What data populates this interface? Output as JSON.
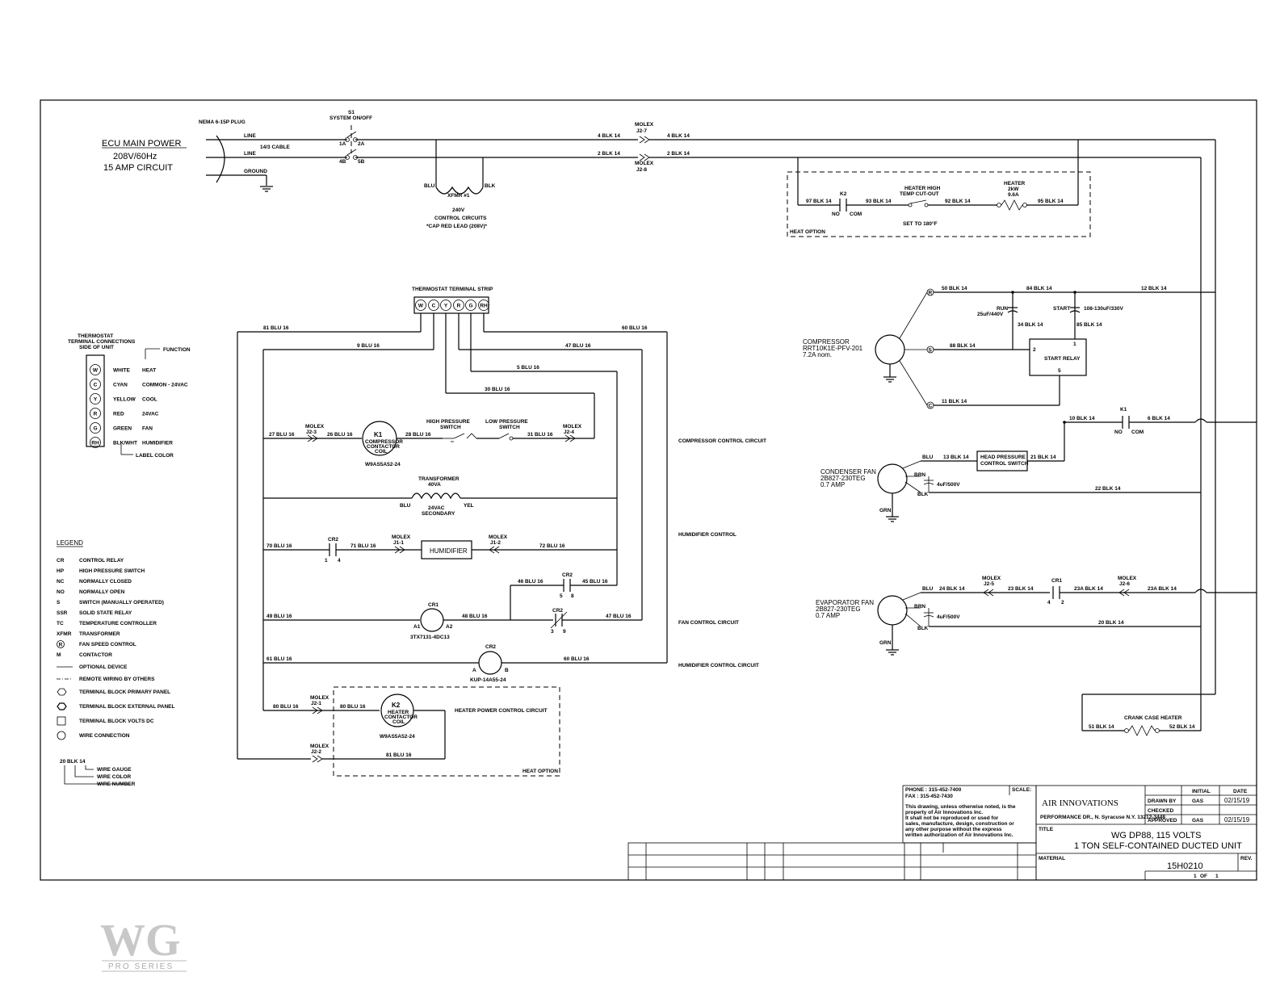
{
  "power": {
    "title": "ECU MAIN POWER",
    "voltage": "208V/60Hz",
    "circuit": "15 AMP CIRCUIT",
    "plug": "NEMA 6-15P PLUG",
    "line1": "LINE",
    "line2": "LINE",
    "ground": "GROUND",
    "cable": "14/3 CABLE",
    "s1": "S1",
    "switch": "SYSTEM ON/OFF",
    "t1a": "1A",
    "t2a": "2A",
    "t4b": "4B",
    "t5b": "5B"
  },
  "xfmr": {
    "blu": "BLU",
    "blk": "BLK",
    "name": "XFMR #1",
    "v": "240V",
    "l1": "CONTROL CIRCUITS",
    "l2": "*CAP RED LEAD (208V)*"
  },
  "top_wires": {
    "w4a": "4 BLK 14",
    "w4b": "4 BLK 14",
    "w2a": "2 BLK 14",
    "w2b": "2 BLK 14",
    "mx_j27": "MOLEX",
    "j27": "J2-7",
    "mx_j28": "MOLEX",
    "j28": "J2-8"
  },
  "heat_option": {
    "label": "HEAT OPTION",
    "w97": "97 BLK 14",
    "k2": "K2",
    "no": "NO",
    "com": "COM",
    "w93": "93 BLK 14",
    "cut1": "HEATER HIGH",
    "cut2": "TEMP CUT-OUT",
    "set": "SET TO 180°F",
    "w92": "92 BLK 14",
    "heater1": "HEATER",
    "heater2": "2kW",
    "heater3": "9.6A",
    "w95": "95 BLK 14"
  },
  "tstat": {
    "strip": "THERMOSTAT TERMINAL STRIP",
    "terms": [
      "W",
      "C",
      "Y",
      "R",
      "G",
      "RH"
    ]
  },
  "tstat_key": {
    "title1": "THERMOSTAT",
    "title2": "TERMINAL CONNECTIONS",
    "title3": "SIDE OF UNIT",
    "function": "FUNCTION",
    "rows": [
      {
        "t": "W",
        "color": "WHITE",
        "func": "HEAT"
      },
      {
        "t": "C",
        "color": "CYAN",
        "func": "COMMON - 24VAC"
      },
      {
        "t": "Y",
        "color": "YELLOW",
        "func": "COOL"
      },
      {
        "t": "R",
        "color": "RED",
        "func": "24VAC"
      },
      {
        "t": "G",
        "color": "GREEN",
        "func": "FAN"
      },
      {
        "t": "RH",
        "color": "BLK/WHT",
        "func": "HUMIDIFIER"
      }
    ],
    "label_color": "LABEL COLOR"
  },
  "legend": {
    "title": "LEGEND",
    "items": [
      {
        "k": "CR",
        "v": "CONTROL RELAY"
      },
      {
        "k": "HP",
        "v": "HIGH PRESSURE SWITCH"
      },
      {
        "k": "NC",
        "v": "NORMALLY CLOSED"
      },
      {
        "k": "NO",
        "v": "NORMALLY OPEN"
      },
      {
        "k": "S",
        "v": "SWITCH (MANUALLY OPERATED)"
      },
      {
        "k": "SSR",
        "v": "SOLID STATE RELAY"
      },
      {
        "k": "TC",
        "v": "TEMPERATURE CONTROLLER"
      },
      {
        "k": "XFMR",
        "v": "TRANSFORMER"
      },
      {
        "k": "R",
        "v": "FAN SPEED CONTROL"
      },
      {
        "k": "M",
        "v": "CONTACTOR"
      },
      {
        "k": "",
        "v": "OPTIONAL DEVICE"
      },
      {
        "k": "",
        "v": "REMOTE WIRING BY OTHERS"
      },
      {
        "k": "",
        "v": "TERMINAL BLOCK PRIMARY PANEL"
      },
      {
        "k": "",
        "v": "TERMINAL BLOCK EXTERNAL PANEL"
      },
      {
        "k": "",
        "v": "TERMINAL BLOCK VOLTS DC"
      },
      {
        "k": "",
        "v": "WIRE CONNECTION"
      }
    ],
    "wire_example": "20 BLK 14",
    "wire_gauge": "WIRE GAUGE",
    "wire_color": "WIRE COLOR",
    "wire_number": "WIRE NUMBER"
  },
  "control": {
    "w81": "81 BLU 16",
    "w60": "60 BLU 16",
    "w9": "9 BLU 16",
    "w47a": "47 BLU 16",
    "w5": "5 BLU 16",
    "w30": "30 BLU 16",
    "w27": "27 BLU 16",
    "mx1": "MOLEX",
    "j23": "J2-3",
    "w26": "26 BLU 16",
    "k1": "K1",
    "k1c1": "COMPRESSOR",
    "k1c2": "CONTACTOR",
    "k1c3": "COIL",
    "k1part": "W9AS5A52-24",
    "w28": "28 BLU 16",
    "hp1": "HIGH PRESSURE",
    "hp2": "SWITCH",
    "lp1": "LOW PRESSURE",
    "lp2": "SWITCH",
    "w31": "31 BLU 16",
    "mx2": "MOLEX",
    "j24": "J2-4",
    "comp_ctrl": "COMPRESSOR CONTROL CIRCUIT",
    "tr1": "TRANSFORMER",
    "tr2": "40VA",
    "tr_blu": "BLU",
    "tr3": "24VAC",
    "tr4": "SECONDARY",
    "tr_yel": "YEL",
    "w70": "70 BLU 16",
    "cr2a": "CR2",
    "c1": "1",
    "c4": "4",
    "w71": "71 BLU 16",
    "mx3": "MOLEX",
    "j11": "J1-1",
    "humidifier": "HUMIDIFIER",
    "mx4": "MOLEX",
    "j12": "J1-2",
    "w72": "72 BLU 16",
    "hum_ctrl": "HUMIDIFIER CONTROL",
    "w46": "46 BLU 16",
    "cr2b": "CR2",
    "c5": "5",
    "c8": "8",
    "w45": "45 BLU 16",
    "w49": "49 BLU 16",
    "cr1": "CR1",
    "a1": "A1",
    "a2": "A2",
    "cr1part": "3TX7131-4DC13",
    "w48": "48 BLU 16",
    "cr2c": "CR2",
    "c3": "3",
    "c9": "9",
    "w47b": "47 BLU 16",
    "fan_ctrl": "FAN CONTROL CIRCUIT",
    "w61": "61 BLU 16",
    "cr2d": "CR2",
    "ca": "A",
    "cb": "B",
    "cr2part": "KUP-14A55-24",
    "w60b": "60 BLU 16",
    "hum_ctrl2": "HUMIDIFIER CONTROL CIRCUIT",
    "w80": "80 BLU 16",
    "mx5": "MOLEX",
    "j21": "J2-1",
    "w80b": "80 BLU 16",
    "k2": "K2",
    "k2c1": "HEATER",
    "k2c2": "CONTACTOR",
    "k2c3": "COIL",
    "k2part": "W9AS5A52-24",
    "heater_power": "HEATER POWER CONTROL CIRCUIT",
    "mx6": "MOLEX",
    "j22": "J2-2",
    "w81b": "81 BLU 16",
    "heat_opt2": "HEAT OPTION"
  },
  "compressor": {
    "name": "COMPRESSOR",
    "model": "RRT10K1E-PFV-201",
    "amps": "7.2A nom.",
    "r": "R",
    "s": "S",
    "c": "C",
    "w50": "50 BLK 14",
    "w84": "84 BLK 14",
    "w12": "12 BLK 14",
    "run1": "RUN",
    "run2": "25uF/440V",
    "start": "START",
    "start_cap": "108-130uF/330V",
    "w34": "34 BLK 14",
    "w85": "85 BLK 14",
    "w88": "88 BLK 14",
    "relay": "START RELAY",
    "p1": "1",
    "p2": "2",
    "p5": "5",
    "w11": "11 BLK 14"
  },
  "k1_contact": {
    "w10": "10 BLK 14",
    "k1": "K1",
    "no": "NO",
    "com": "COM",
    "w6": "6 BLK 14"
  },
  "condenser": {
    "name": "CONDENSER FAN",
    "model": "2B827-230TEG",
    "amps": "0.7 AMP",
    "blu": "BLU",
    "w13": "13 BLK 14",
    "hps1": "HEAD PRESSURE",
    "hps2": "CONTROL SWITCH",
    "w21": "21 BLK 14",
    "brn": "BRN",
    "cap": "4uF/500V",
    "blk": "BLK",
    "w22": "22 BLK 14",
    "grn": "GRN"
  },
  "evaporator": {
    "name": "EVAPORATOR FAN",
    "model": "2B827-230TEG",
    "amps": "0.7 AMP",
    "blu": "BLU",
    "w24": "24 BLK 14",
    "mx1": "MOLEX",
    "j25": "J2-5",
    "w23": "23 BLK 14",
    "cr1": "CR1",
    "c4": "4",
    "c2": "2",
    "w23a": "23A BLK 14",
    "mx2": "MOLEX",
    "j26": "J2-6",
    "w23a2": "23A BLK 14",
    "brn": "BRN",
    "cap": "4uF/500V",
    "blk": "BLK",
    "w20": "20 BLK 14",
    "grn": "GRN"
  },
  "crankcase": {
    "label": "CRANK CASE HEATER",
    "w51": "51 BLK 14",
    "w52": "52 BLK 14"
  },
  "title_block": {
    "phone": "PHONE : 315-452-7400",
    "fax": "FAX   : 315-452-7430",
    "scale": "SCALE:",
    "notice": [
      "This drawing, unless otherwise noted, is the",
      "property of Air Innovations Inc.",
      "It shall not be reproduced or used for",
      "sales, manufacture, design, construction or",
      "any other purpose without the express",
      "written authorization of Air Innovations Inc."
    ],
    "company": "AIR INNOVATIONS",
    "address": "PERFORMANCE DR., N. Syracuse N.Y. 13212-3448",
    "initial": "INITIAL",
    "date": "DATE",
    "drawn_by": "DRAWN BY",
    "drawn_init": "GAS",
    "drawn_date": "02/15/19",
    "checked": "CHECKED",
    "approved": "APPROVED",
    "appr_init": "GAS",
    "appr_date": "02/15/19",
    "title_lbl": "TITLE",
    "title1": "WG DP88, 115 VOLTS",
    "title2": "1 TON SELF-CONTAINED DUCTED UNIT",
    "material": "MATERIAL",
    "rev": "REV.",
    "dwg": "15H0210",
    "sheet1": "1",
    "of": "OF",
    "sheet2": "1"
  },
  "logo": {
    "mark": "WG",
    "series": "PRO SERIES"
  }
}
